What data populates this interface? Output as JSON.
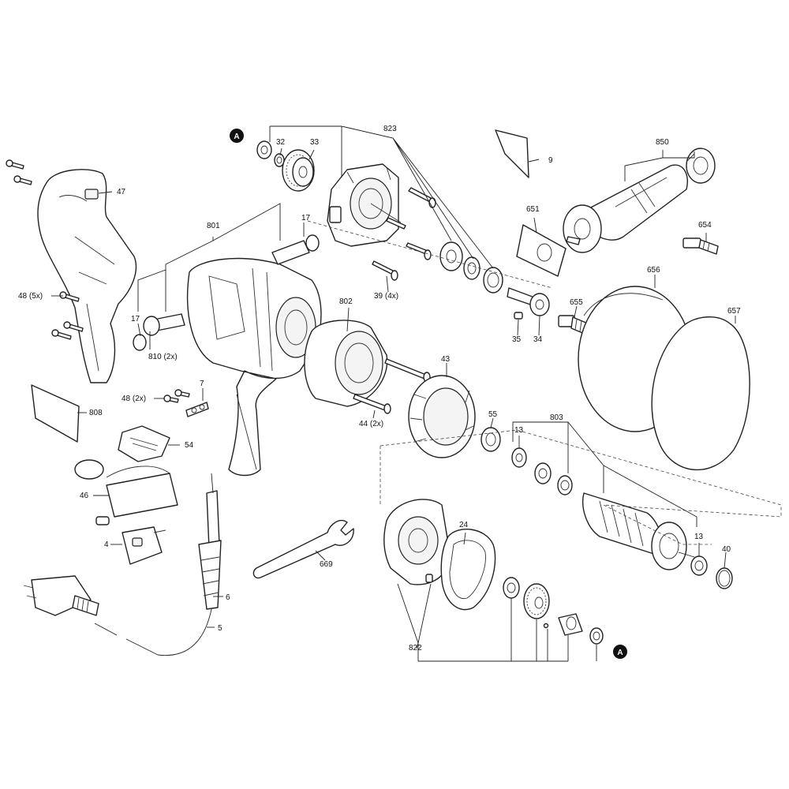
{
  "markers": [
    "A",
    "A"
  ],
  "labels": {
    "p32": "32",
    "p33": "33",
    "p823": "823",
    "p9": "9",
    "p850": "850",
    "p47": "47",
    "p801": "801",
    "p17a": "17",
    "p17b": "17",
    "p651": "651",
    "p654": "654",
    "p48_5x": "48 (5x)",
    "p39_4x": "39 (4x)",
    "p802": "802",
    "p656": "656",
    "p655": "655",
    "p657": "657",
    "p35": "35",
    "p34": "34",
    "p810_2x": "810 (2x)",
    "p48_2x": "48 (2x)",
    "p7": "7",
    "p43": "43",
    "p808": "808",
    "p44_2x": "44 (2x)",
    "p55": "55",
    "p803": "803",
    "p13a": "13",
    "p54": "54",
    "p46": "46",
    "p24": "24",
    "p4": "4",
    "p669": "669",
    "p13b": "13",
    "p40": "40",
    "p6": "6",
    "p5": "5",
    "p822": "822"
  }
}
